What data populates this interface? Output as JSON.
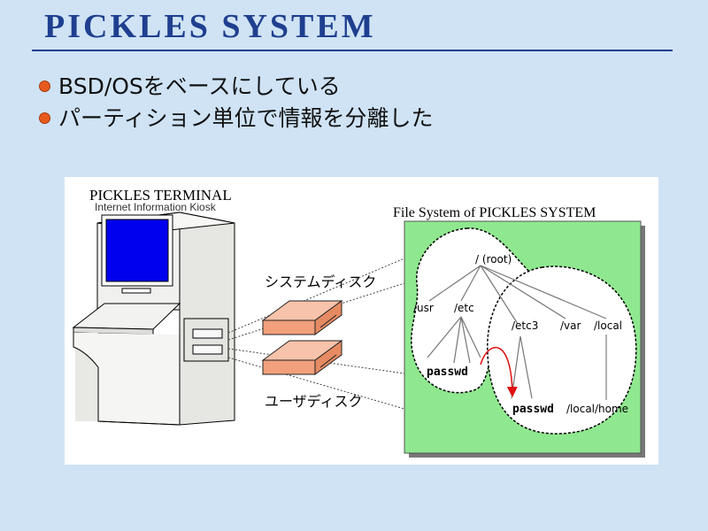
{
  "slide": {
    "title": "PICKLES  SYSTEM",
    "bullets": [
      "BSD/OSをベースにしている",
      "パーティション単位で情報を分離した"
    ]
  },
  "diagram": {
    "terminal_title": "PICKLES TERMINAL",
    "terminal_subtitle": "Internet Information Kiosk",
    "system_disk_label": "システムディスク",
    "user_disk_label": "ユーザディスク",
    "fs_title": "File System of PICKLES SYSTEM",
    "nodes": {
      "root": "/ (root)",
      "usr": "/usr",
      "etc": "/etc",
      "passwd_system": "passwd",
      "etc3": "/etc3",
      "var": "/var",
      "local": "/local",
      "passwd_user": "passwd",
      "local_home": "/local/home"
    },
    "colors": {
      "fs_background": "#8fe88f",
      "disk": "#f2a07c",
      "arrow": "#e01010",
      "screen": "#0000ee"
    }
  }
}
